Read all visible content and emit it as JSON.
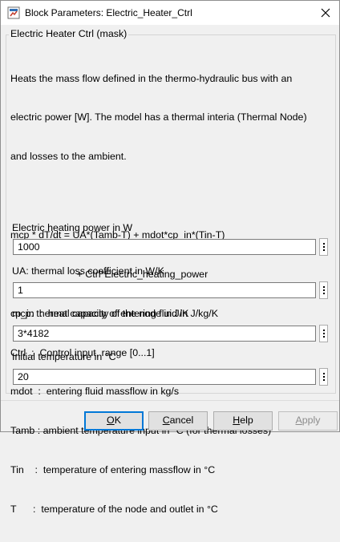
{
  "window": {
    "title": "Block Parameters: Electric_Heater_Ctrl"
  },
  "group": {
    "label": "Electric Heater Ctrl (mask)"
  },
  "description": {
    "lines": [
      "Heats the mass flow defined in the thermo-hydraulic bus with an",
      "electric power [W]. The model has a thermal interia (Thermal Node)",
      "and losses to the ambient.",
      "",
      "mcp * dT/dt = UA*(Tamb-T) + mdot*cp_in*(Tin-T)",
      "                        + Ctrl*Electric_heating_power",
      "cp_in  :  heat capacity of entering fluid in J/kg/K",
      "Ctrl  :  Control input, range [0...1]",
      "mdot  :  entering fluid massflow in kg/s",
      "Tamb : ambient temperature input in °C (for thermal losses)",
      "Tin    :  temperature of entering massflow in °C",
      "T      :  temperature of the node and outlet in °C"
    ]
  },
  "parameters": [
    {
      "label": "Electric heating power in W",
      "value": "1000"
    },
    {
      "label": "UA: thermal loss coefficient in W/K",
      "value": "1"
    },
    {
      "label": "mcp: thermal capacity of the node in J/K",
      "value": "3*4182"
    },
    {
      "label": "Initial temperature in °C",
      "value": "20"
    }
  ],
  "buttons": {
    "ok": {
      "access_key": "O",
      "rest": "K"
    },
    "cancel": {
      "access_key": "C",
      "rest": "ancel"
    },
    "help": {
      "access_key": "H",
      "rest": "elp"
    },
    "apply": {
      "access_key": "A",
      "rest": "pply"
    }
  },
  "icons": {
    "app": "simulink-block-icon",
    "close": "close-icon",
    "menu": "vertical-ellipsis-icon"
  }
}
